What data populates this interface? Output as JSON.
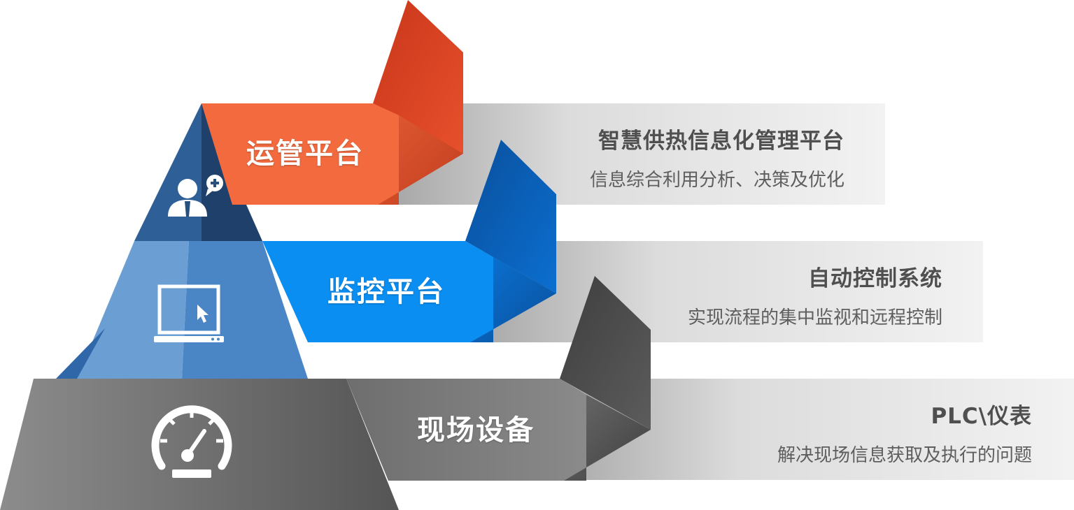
{
  "levels": [
    {
      "label": "运管平台",
      "title": "智慧供热信息化管理平台",
      "description": "信息综合利用分析、决策及优化",
      "icon": "user-support-icon",
      "color": "#f26a3e"
    },
    {
      "label": "监控平台",
      "title": "自动控制系统",
      "description": "实现流程的集中监视和远程控制",
      "icon": "monitor-cursor-icon",
      "color": "#0a8ef2"
    },
    {
      "label": "现场设备",
      "title": "PLC\\仪表",
      "description": "解决现场信息获取及执行的问题",
      "icon": "gauge-icon",
      "color": "#7a7a7a"
    }
  ]
}
